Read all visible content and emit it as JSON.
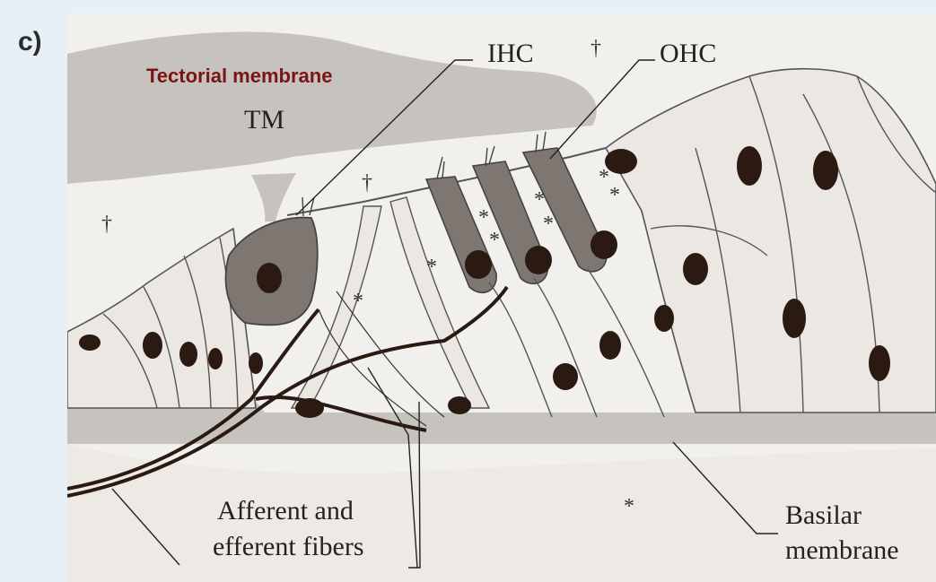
{
  "panel_label": "c)",
  "labels": {
    "tectorial_membrane": "Tectorial membrane",
    "tm": "TM",
    "ihc": "IHC",
    "ohc": "OHC",
    "afferent_line1": "Afferent and",
    "afferent_line2": "efferent fibers",
    "basilar_line1": "Basilar",
    "basilar_line2": "membrane"
  },
  "symbols": {
    "dagger": "†",
    "asterisk": "*"
  },
  "colors": {
    "background": "#e6f0f6",
    "figure_bg": "#f1f0ed",
    "membrane_gray": "#c6c2bd",
    "hair_cell_fill": "#7e7670",
    "nucleus": "#2a1a12",
    "title_red": "#7a1515"
  }
}
